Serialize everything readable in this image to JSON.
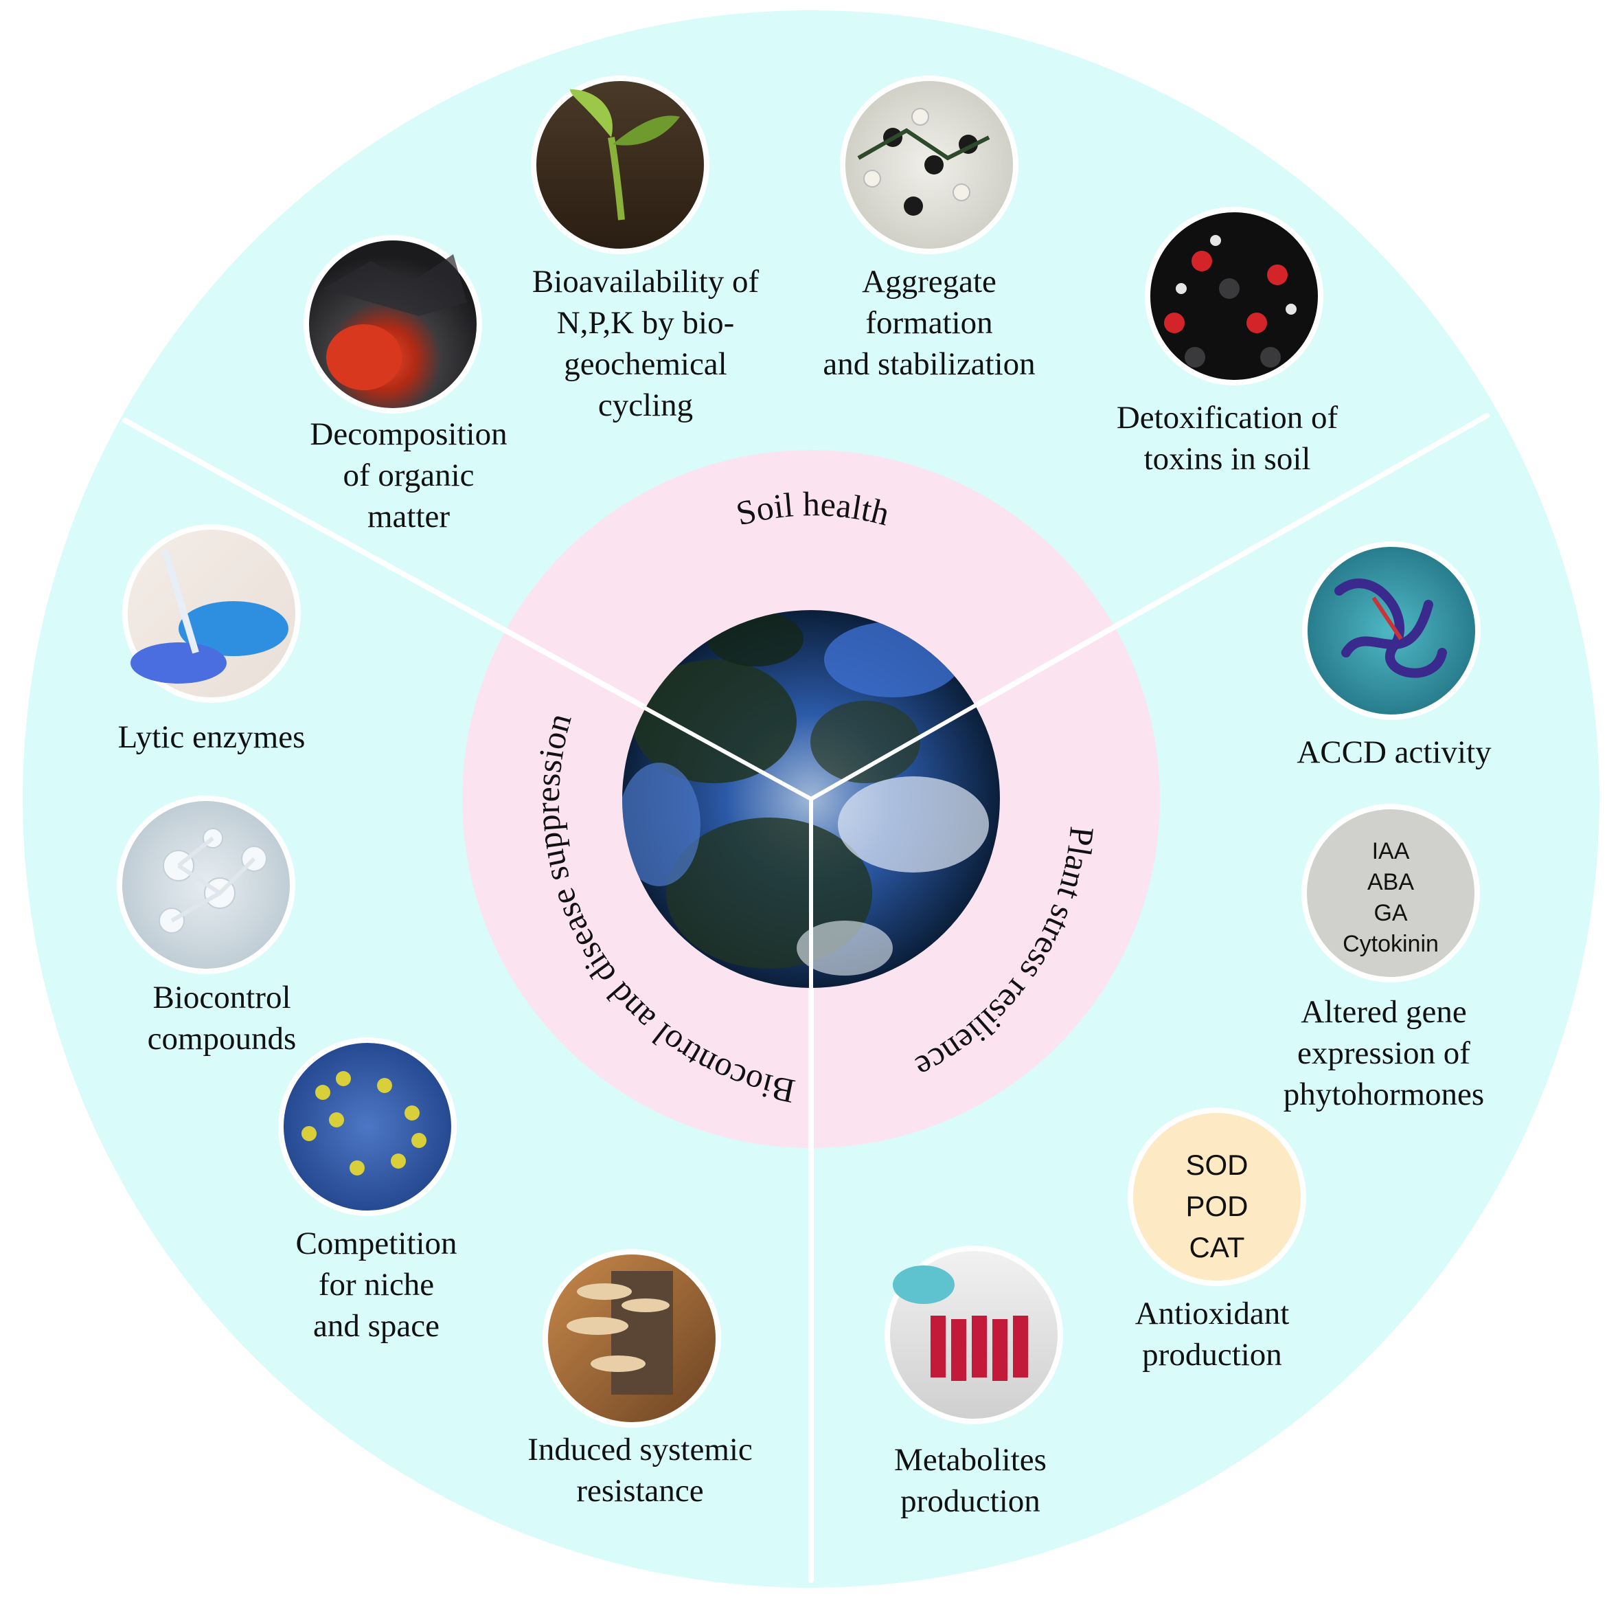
{
  "colors": {
    "outer_ring": "#d9fbfa",
    "middle_ring": "#fbe4f0",
    "divider": "#ffffff",
    "hormone_disc": "#d0d0cc",
    "antioxidant_disc": "#fde9c4"
  },
  "center": {
    "image": "soil-microbe-micrograph"
  },
  "sectors": {
    "soil_health": {
      "title": "Soil health",
      "items": [
        {
          "label": "Decomposition\nof organic\nmatter",
          "image": "decomposing-fruit-photo"
        },
        {
          "label": "Bioavailability of\nN,P,K by bio-\ngeochemical\ncycling",
          "image": "seedling-in-soil-photo"
        },
        {
          "label": "Aggregate\nformation\nand stabilization",
          "image": "molecular-model-photo"
        },
        {
          "label": "Detoxification of\ntoxins in soil",
          "image": "molecule-balls-photo"
        }
      ]
    },
    "plant_stress": {
      "title": "Plant stress resilience",
      "items": [
        {
          "label": "ACCD activity",
          "image": "protein-ribbon-image"
        },
        {
          "label": "Altered gene\nexpression of\nphytohormones",
          "disc_lines": [
            "IAA",
            "ABA",
            "GA",
            "Cytokinin"
          ]
        },
        {
          "label": "Antioxidant\nproduction",
          "disc_lines": [
            "SOD",
            "POD",
            "CAT"
          ]
        },
        {
          "label": "Metabolites\nproduction",
          "image": "blood-sample-tubes-photo"
        }
      ]
    },
    "biocontrol": {
      "title": "Biocontrol and disease suppression",
      "items": [
        {
          "label": "Lytic enzymes",
          "image": "lab-pipette-photo"
        },
        {
          "label": "Biocontrol\ncompounds",
          "image": "molecular-structure-render"
        },
        {
          "label": "Competition\nfor niche\nand space",
          "image": "microbial-colony-micrograph"
        },
        {
          "label": "Induced systemic\nresistance",
          "image": "bracket-fungi-photo"
        }
      ]
    }
  }
}
